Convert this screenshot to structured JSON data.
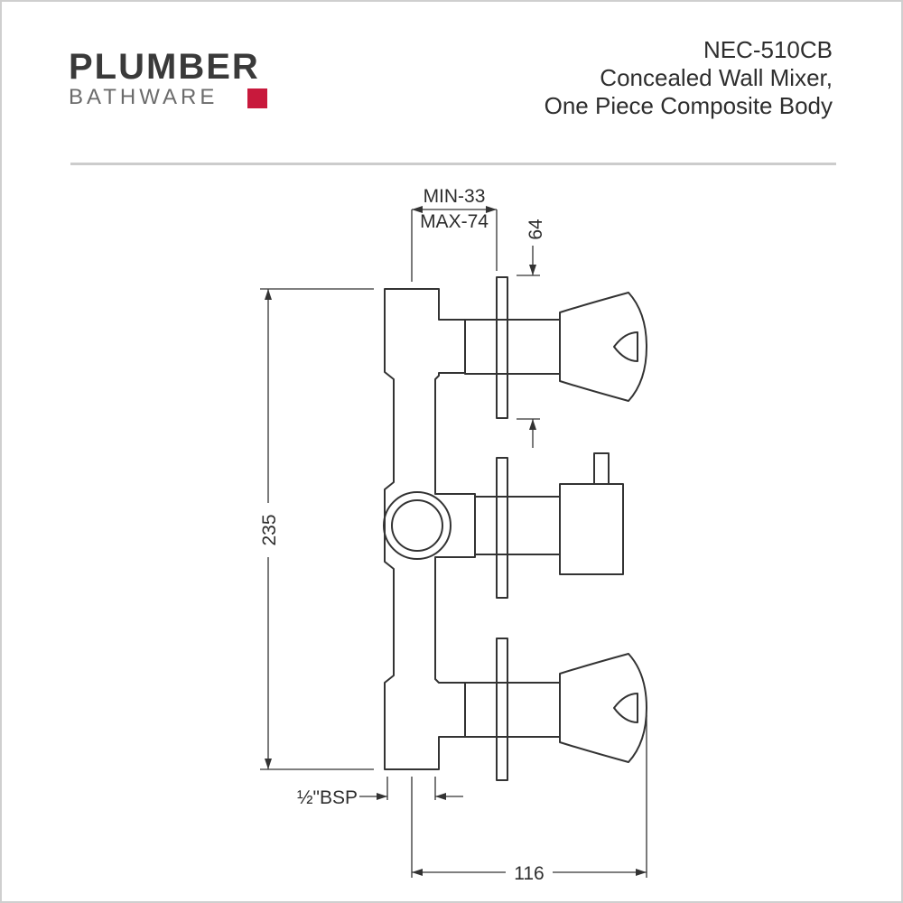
{
  "brand": {
    "name_top": "PLUMBER",
    "name_bottom": "BATHWARE",
    "accent_color": "#c8193c",
    "text_color": "#3a3a3a"
  },
  "product": {
    "code": "NEC-510CB",
    "name_line1": "Concealed Wall Mixer,",
    "name_line2": "One Piece Composite Body"
  },
  "dimensions": {
    "depth_min": "MIN-33",
    "depth_max": "MAX-74",
    "flange_gap": "64",
    "height": "235",
    "inlet": "½\"BSP",
    "overall_depth": "116"
  },
  "icons": {
    "logo_mark": "square-mark-icon"
  }
}
